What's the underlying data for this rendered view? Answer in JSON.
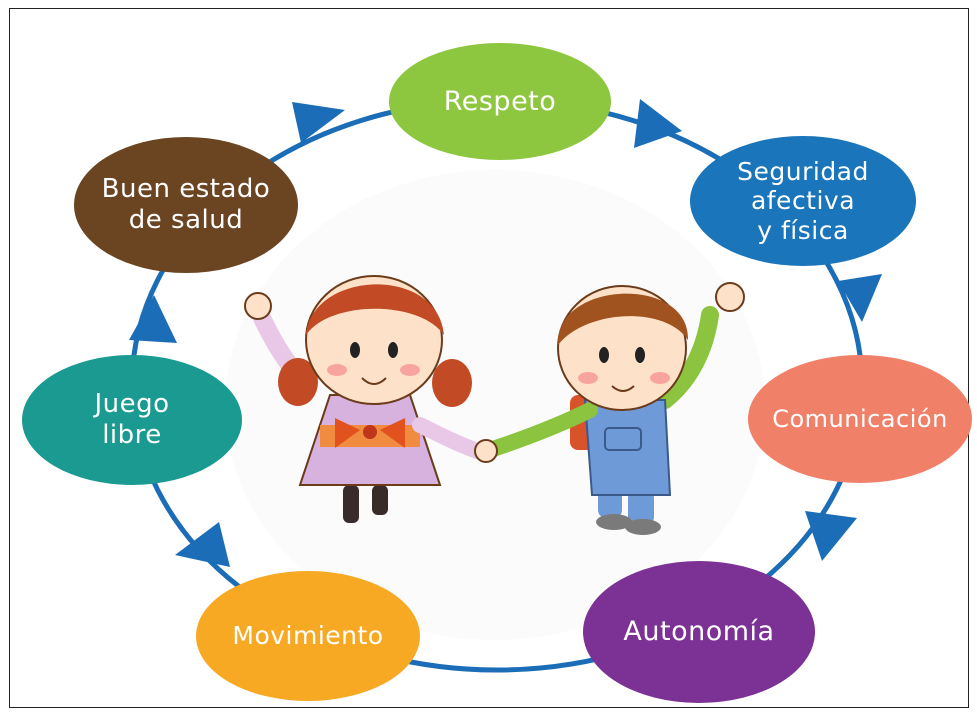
{
  "cycle": {
    "nodes": [
      {
        "id": "respeto",
        "label": "Respeto",
        "color": "#8dc63f"
      },
      {
        "id": "seguridad",
        "label": "Seguridad\nafectiva\ny física",
        "color": "#1a75bb"
      },
      {
        "id": "comunicacion",
        "label": "Comunicación",
        "color": "#f08068"
      },
      {
        "id": "autonomia",
        "label": "Autonomía",
        "color": "#7b3294"
      },
      {
        "id": "movimiento",
        "label": "Movimiento",
        "color": "#f7a924"
      },
      {
        "id": "juego",
        "label": "Juego\nlibre",
        "color": "#1b9a92"
      },
      {
        "id": "salud",
        "label": "Buen estado\nde salud",
        "color": "#6b4521"
      }
    ],
    "ring_color": "#1a6db6"
  },
  "illustration": {
    "subject": "two children holding hands",
    "icons": [
      "girl-figure",
      "boy-figure"
    ]
  }
}
